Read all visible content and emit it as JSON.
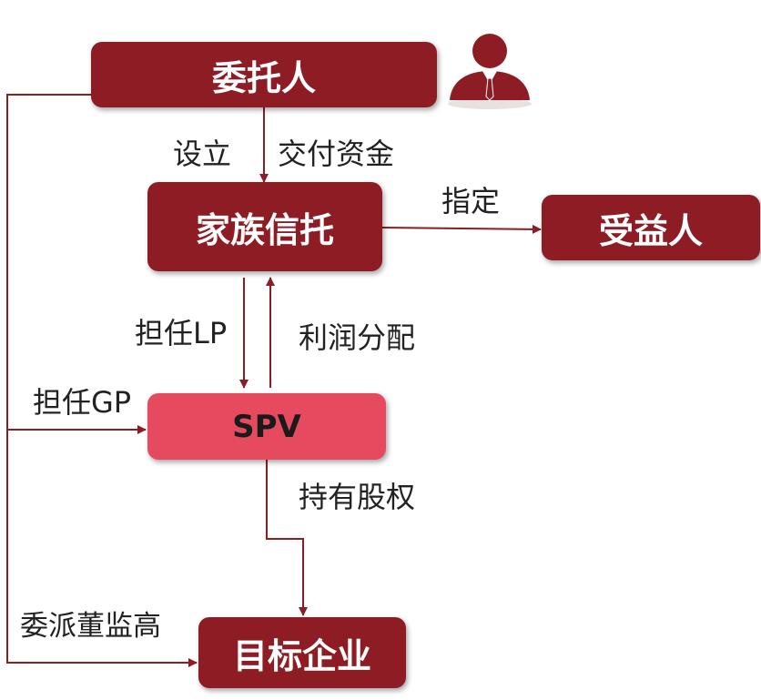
{
  "nodes": {
    "settlor": "委托人",
    "trust": "家族信托",
    "beneficiary": "受益人",
    "spv": "SPV",
    "company": "目标企业"
  },
  "edges": {
    "establish": "设立",
    "deliver_funds": "交付资金",
    "designate": "指定",
    "serve_lp": "担任LP",
    "profit_distribution": "利润分配",
    "serve_gp": "担任GP",
    "hold_equity": "持有股权",
    "appoint_directors": "委派董监高"
  },
  "icons": {
    "settlor_avatar": "person-icon"
  },
  "colors": {
    "primary": "#8e1c24",
    "spv": "#e64a5e",
    "arrow": "#8e1c24"
  }
}
